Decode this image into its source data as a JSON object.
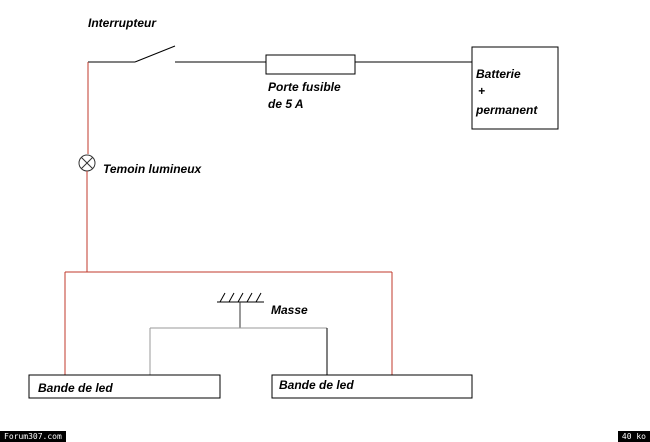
{
  "labels": {
    "switch": "Interrupteur",
    "fuse_line1": "Porte fusible",
    "fuse_line2": "de  5 A",
    "battery_line1": "Batterie",
    "battery_line2": "+",
    "battery_line3": "permanent",
    "lamp": "Temoin lumineux",
    "ground": "Masse",
    "led_left": "Bande de led",
    "led_right": "Bande de led"
  },
  "footer": {
    "site": "Forum307.com",
    "size": "40 ko"
  },
  "colors": {
    "wire_black": "#000000",
    "wire_red": "#c0392b",
    "wire_gray": "#9a9a9a"
  }
}
